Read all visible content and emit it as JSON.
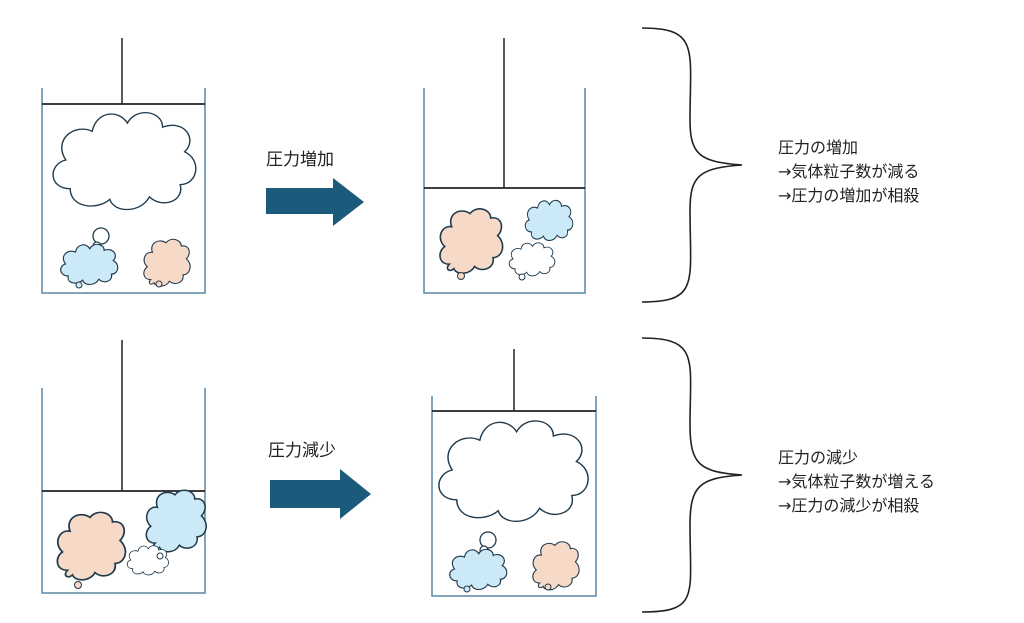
{
  "rows": [
    {
      "arrow_label": "圧力増加",
      "caption": [
        "圧力の増加",
        "→気体粒子数が減る",
        "→圧力の増加が相殺"
      ]
    },
    {
      "arrow_label": "圧力減少",
      "caption": [
        "圧力の減少",
        "→気体粒子数が増える",
        "→圧力の減少が相殺"
      ]
    }
  ],
  "colors": {
    "outline": "#1f3a4d",
    "container": "#5a87a6",
    "arrow": "#1b5a7a",
    "cloud_blue": "#cce9f7",
    "cloud_peach": "#f7d9c7",
    "cloud_white": "#ffffff"
  }
}
